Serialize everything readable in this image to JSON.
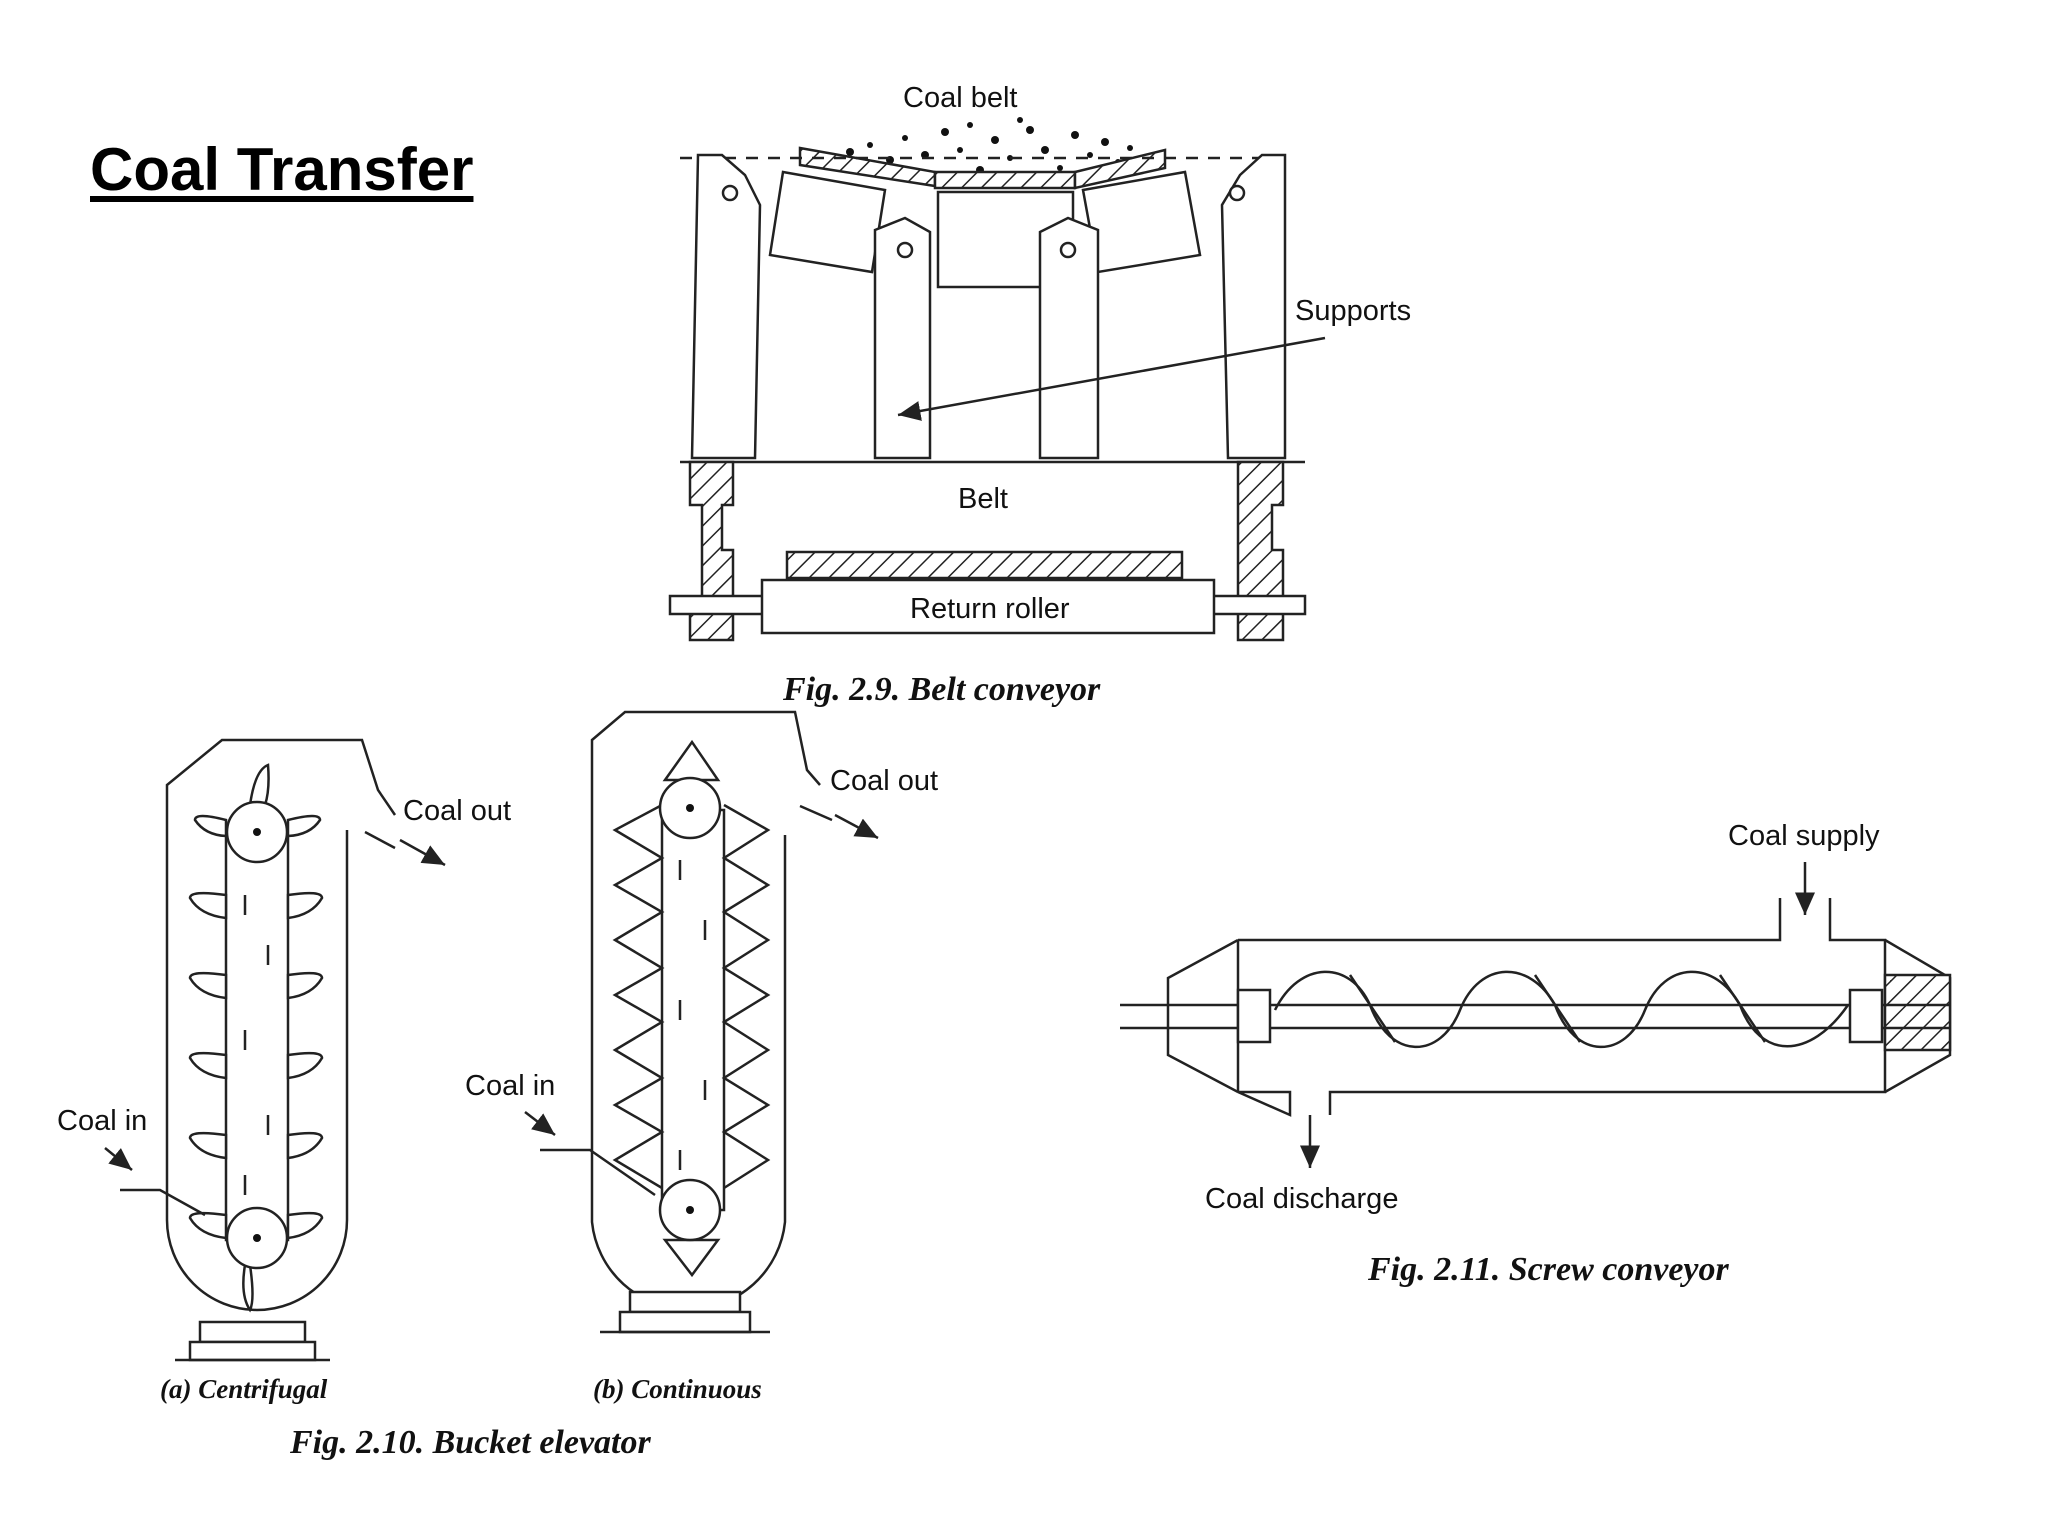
{
  "slide": {
    "title": "Coal Transfer"
  },
  "belt_conveyor": {
    "labels": {
      "coal_belt": "Coal belt",
      "supports": "Supports",
      "belt": "Belt",
      "return_roller": "Return roller"
    },
    "caption": "Fig. 2.9. Belt conveyor"
  },
  "bucket_elevator": {
    "centrifugal": {
      "coal_out": "Coal out",
      "coal_in": "Coal in",
      "caption": "(a) Centrifugal"
    },
    "continuous": {
      "coal_out": "Coal out",
      "coal_in": "Coal in",
      "caption": "(b) Continuous"
    },
    "caption": "Fig. 2.10. Bucket elevator"
  },
  "screw_conveyor": {
    "labels": {
      "coal_supply": "Coal supply",
      "coal_discharge": "Coal discharge"
    },
    "caption": "Fig. 2.11. Screw conveyor"
  }
}
